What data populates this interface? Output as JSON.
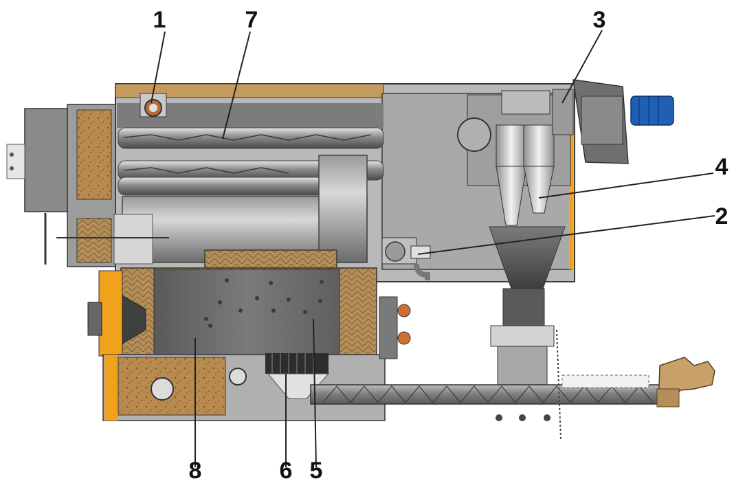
{
  "diagram": {
    "labels": [
      "1",
      "2",
      "3",
      "4",
      "5",
      "6",
      "7",
      "8"
    ],
    "colors": {
      "background": "#ffffff",
      "steel_dark": "#6e6e6e",
      "steel_mid": "#9a9a9a",
      "steel_light": "#c8c8c8",
      "insulation": "#b98a4e",
      "refractory": "#c7a06a",
      "frame_orange": "#f0a21c",
      "motor_blue": "#1f5fb5",
      "leader_lines": "#222222"
    }
  }
}
